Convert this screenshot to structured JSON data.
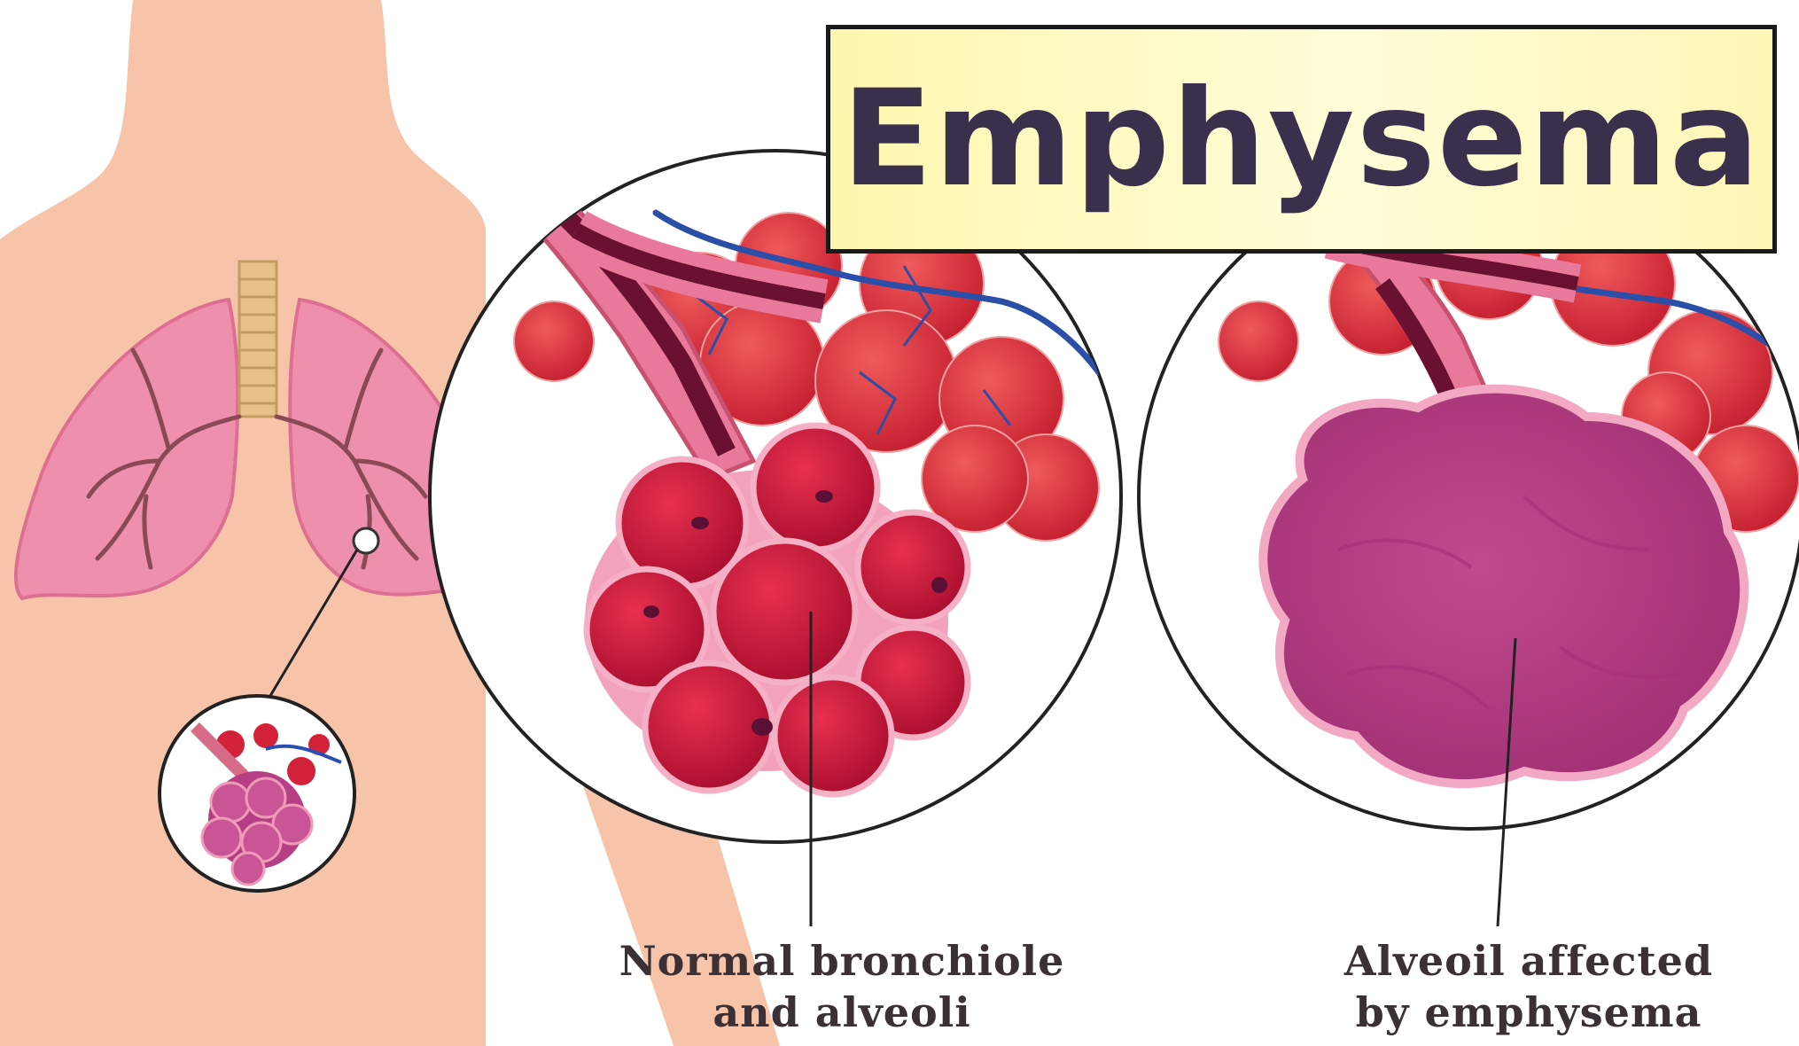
{
  "title": "Emphysema",
  "labels": {
    "normal_line1": "Normal bronchiole",
    "normal_line2": "and alveoli",
    "affected_line1": "Alveoil affected",
    "affected_line2": "by emphysema"
  },
  "colors": {
    "skin": "#f7c4aa",
    "lung": "#ef8fae",
    "alveoli_normal": "#c4143a",
    "alveoli_affected": "#b8387f",
    "title_bg": "#fdf8b8",
    "title_text": "#3b2f4e"
  }
}
